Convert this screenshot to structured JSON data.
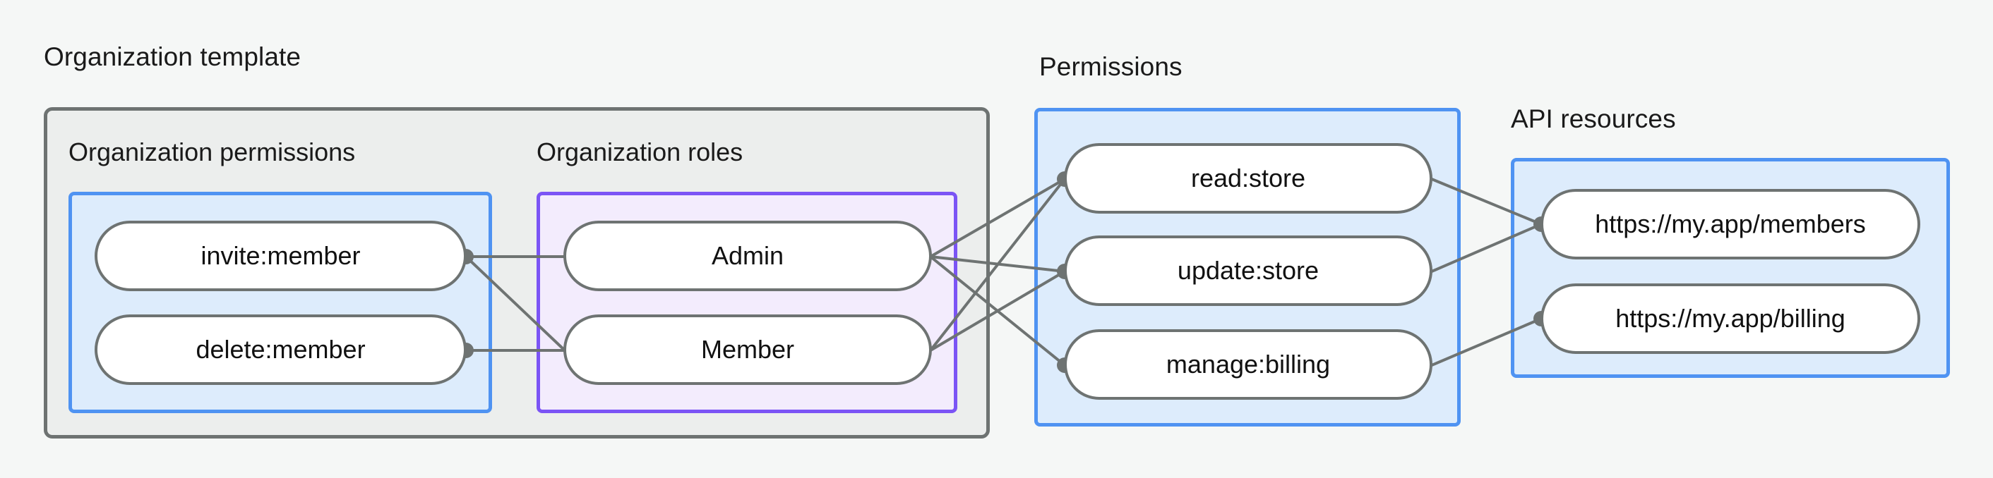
{
  "diagram": {
    "title_visible": false,
    "background_color": "#f5f7f6",
    "colors": {
      "outer_border": "#6e7372",
      "outer_fill": "#eceeed",
      "blue_border": "#4f93f2",
      "blue_fill": "#ddecfc",
      "purple_border": "#7b54f5",
      "purple_fill": "#f3ecfd",
      "node_border": "#6e7372",
      "node_fill": "#ffffff",
      "edge": "#6e7372",
      "text": "#1a1a1a"
    }
  },
  "groups": {
    "organization_template": {
      "label": "Organization template"
    },
    "permissions": {
      "label": "Permissions"
    },
    "api_resources": {
      "label": "API resources"
    }
  },
  "sections": {
    "organization_permissions": {
      "title": "Organization permissions"
    },
    "organization_roles": {
      "title": "Organization roles"
    }
  },
  "nodes": {
    "organization_permissions": [
      {
        "id": "invite-member",
        "label": "invite:member"
      },
      {
        "id": "delete-member",
        "label": "delete:member"
      }
    ],
    "organization_roles": [
      {
        "id": "admin",
        "label": "Admin"
      },
      {
        "id": "member",
        "label": "Member"
      }
    ],
    "permissions": [
      {
        "id": "read-store",
        "label": "read:store"
      },
      {
        "id": "update-store",
        "label": "update:store"
      },
      {
        "id": "manage-billing",
        "label": "manage:billing"
      }
    ],
    "api_resources": [
      {
        "id": "members-url",
        "label": "https://my.app/members"
      },
      {
        "id": "billing-url",
        "label": "https://my.app/billing"
      }
    ]
  },
  "edges": [
    {
      "from": "invite-member",
      "to": "admin"
    },
    {
      "from": "invite-member",
      "to": "member"
    },
    {
      "from": "delete-member",
      "to": "member"
    },
    {
      "from": "admin",
      "to": "read-store"
    },
    {
      "from": "admin",
      "to": "update-store"
    },
    {
      "from": "admin",
      "to": "manage-billing"
    },
    {
      "from": "member",
      "to": "read-store"
    },
    {
      "from": "member",
      "to": "update-store"
    },
    {
      "from": "read-store",
      "to": "members-url"
    },
    {
      "from": "update-store",
      "to": "members-url"
    },
    {
      "from": "manage-billing",
      "to": "billing-url"
    }
  ]
}
